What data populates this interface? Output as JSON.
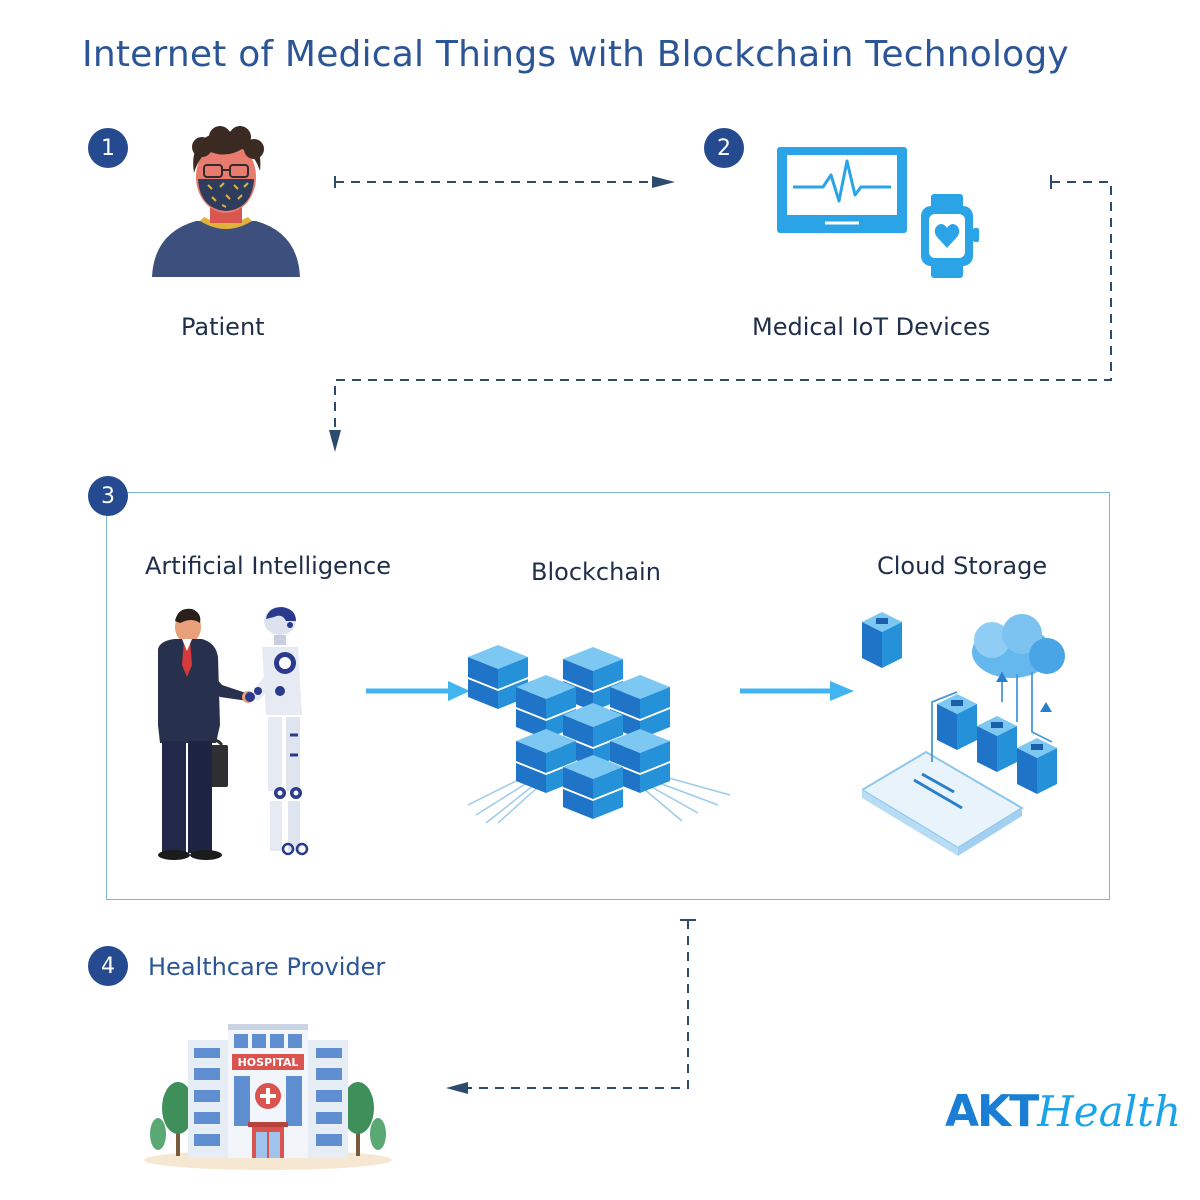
{
  "title": "Internet of Medical Things with Blockchain Technology",
  "steps": [
    {
      "number": "1",
      "label": "Patient"
    },
    {
      "number": "2",
      "label": "Medical IoT Devices"
    },
    {
      "number": "3"
    },
    {
      "number": "4",
      "label": "Healthcare Provider"
    }
  ],
  "stage3": {
    "ai_label": "Artificial Intelligence",
    "blockchain_label": "Blockchain",
    "cloud_label": "Cloud Storage"
  },
  "hospital_sign": "HOSPITAL",
  "logo": {
    "brand": "AKT",
    "suffix": "Health"
  },
  "colors": {
    "title": "#2b5597",
    "step_circle": "#254a8f",
    "flow_arrow": "#42b4f0",
    "dashed_line": "#2d4a6f",
    "box_border": "#7fb6dc"
  }
}
